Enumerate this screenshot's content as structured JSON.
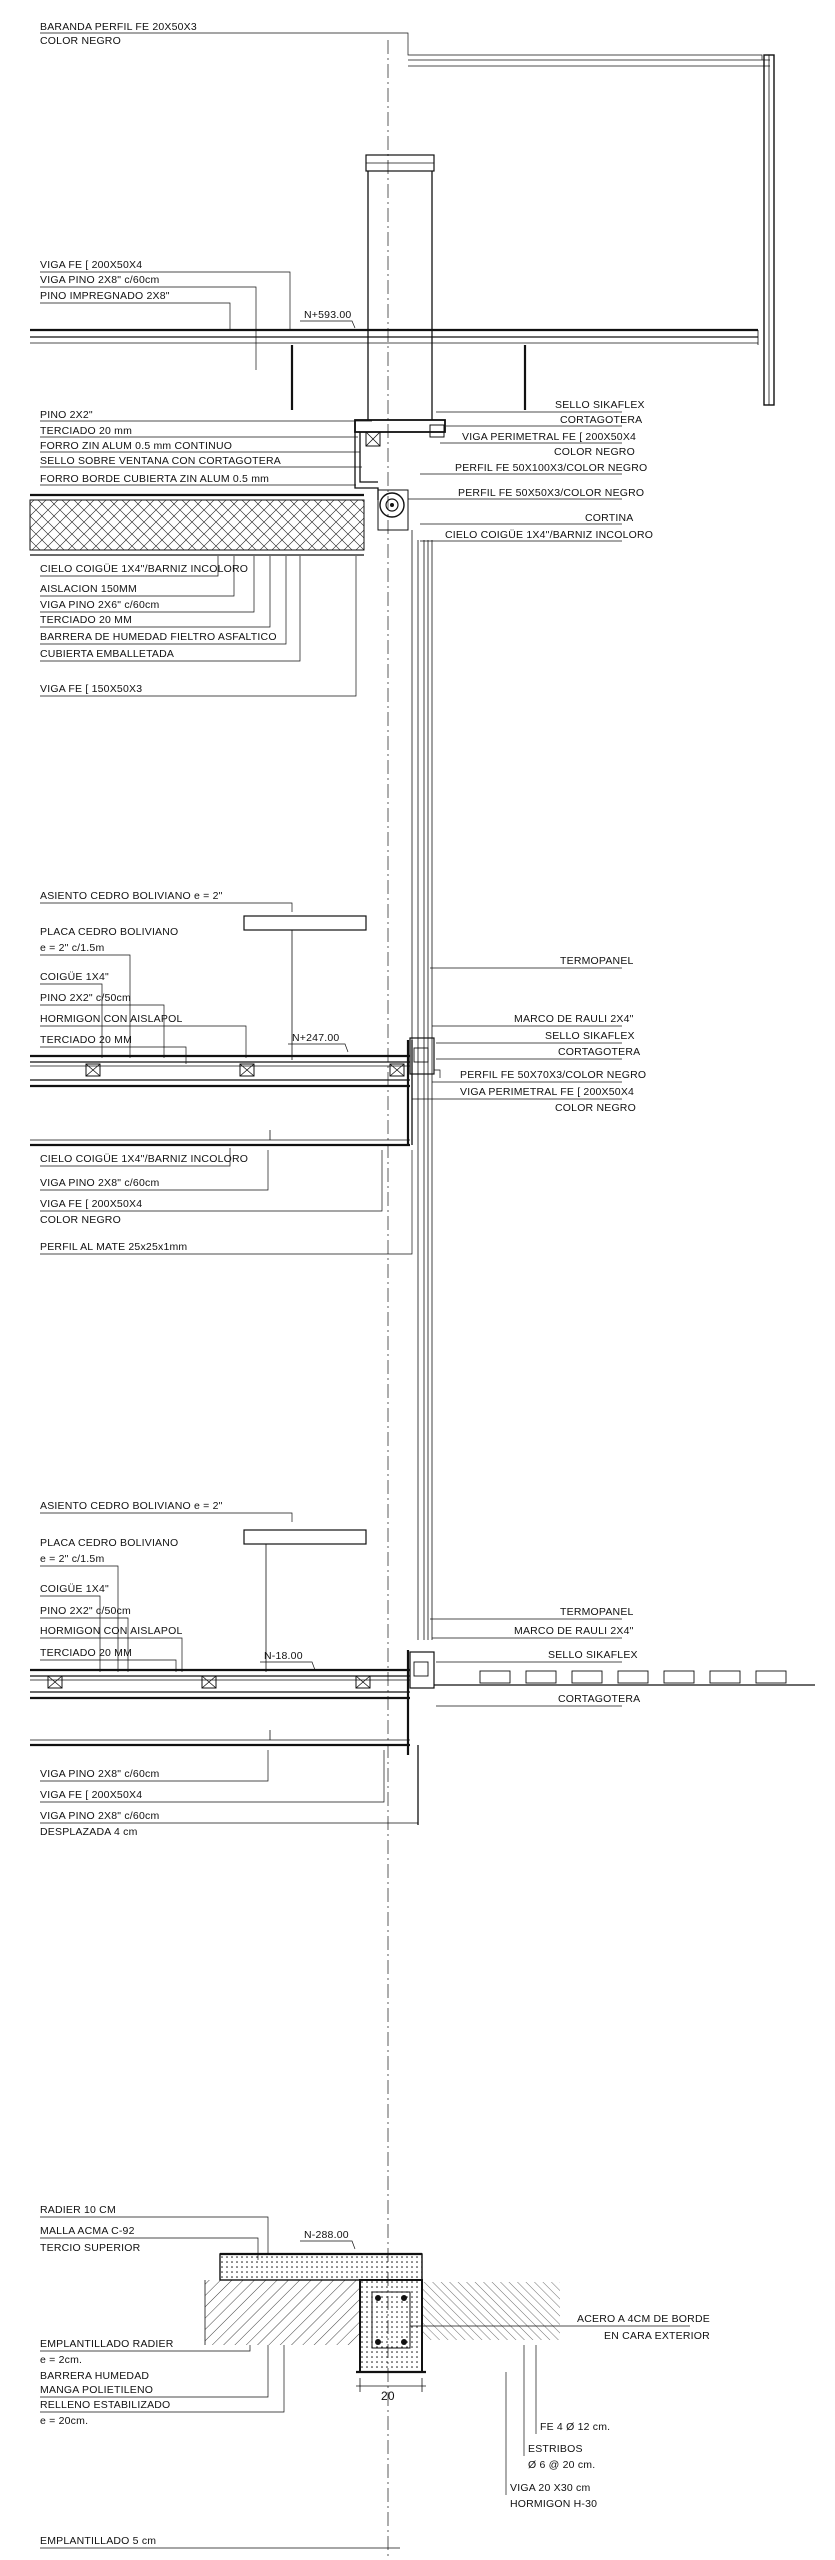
{
  "labels": {
    "barandaLine1": "BARANDA PERFIL FE 20X50X3",
    "barandaLine2": "COLOR NEGRO",
    "roofDeck": [
      "VIGA FE [ 200X50X4",
      "VIGA PINO 2X8\" c/60cm",
      "PINO IMPREGNADO 2X8\""
    ],
    "levelRoof": "N+593.00",
    "upperLeft": [
      "PINO 2X2\"",
      "TERCIADO 20 mm",
      "FORRO ZIN ALUM 0.5 mm CONTINUO",
      "SELLO SOBRE VENTANA CON CORTAGOTERA",
      "FORRO BORDE CUBIERTA ZIN ALUM 0.5 mm"
    ],
    "upperRight": [
      "SELLO SIKAFLEX",
      "CORTAGOTERA",
      "VIGA PERIMETRAL  FE [ 200X50X4",
      "COLOR NEGRO",
      "PERFIL FE 50X100X3/COLOR NEGRO",
      "PERFIL FE 50X50X3/COLOR NEGRO",
      "CORTINA",
      "CIELO COIGÜE 1X4\"/BARNIZ INCOLORO"
    ],
    "roofBelow": [
      "CIELO COIGÜE 1X4\"/BARNIZ INCOLORO",
      "AISLACION 150MM",
      "VIGA PINO 2X6\" c/60cm",
      "TERCIADO 20 MM",
      "BARRERA DE HUMEDAD FIELTRO ASFALTICO",
      "CUBIERTA EMBALLETADA"
    ],
    "roofBeam": "VIGA FE [ 150X50X3",
    "floor2Left": [
      "ASIENTO CEDRO BOLIVIANO e = 2\"",
      "PLACA CEDRO BOLIVIANO",
      "e = 2\" c/1.5m",
      "COIGÜE  1X4\"",
      "PINO 2X2\" c/50cm",
      "HORMIGON CON AISLAPOL",
      "TERCIADO 20 MM"
    ],
    "level2": "N+247.00",
    "floor2Right": [
      "TERMOPANEL",
      "MARCO DE RAULI 2X4\"",
      "SELLO SIKAFLEX",
      "CORTAGOTERA",
      "PERFIL FE 50X70X3/COLOR NEGRO",
      "VIGA PERIMETRAL  FE [ 200X50X4",
      "COLOR NEGRO"
    ],
    "floor2Below": [
      "CIELO COIGÜE 1X4\"/BARNIZ INCOLORO",
      "VIGA PINO 2X8\" c/60cm",
      "VIGA FE [ 200X50X4",
      "COLOR NEGRO",
      "PERFIL AL MATE 25x25x1mm"
    ],
    "floor1Left": [
      "ASIENTO CEDRO BOLIVIANO e = 2\"",
      "PLACA CEDRO BOLIVIANO",
      "e = 2\" c/1.5m",
      "COIGÜE  1X4\"",
      "PINO 2X2\" c/50cm",
      "HORMIGON CON AISLAPOL",
      "TERCIADO 20 MM"
    ],
    "level1": "N-18.00",
    "floor1Right": [
      "TERMOPANEL",
      "MARCO DE RAULI 2X4\"",
      "SELLO SIKAFLEX",
      "CORTAGOTERA"
    ],
    "floor1Below": [
      "VIGA PINO 2X8\" c/60cm",
      "VIGA FE [ 200X50X4",
      "VIGA PINO 2X8\" c/60cm",
      "DESPLAZADA 4 cm"
    ],
    "foundationTop": [
      "RADIER 10 CM",
      "MALLA ACMA C-92",
      "TERCIO SUPERIOR"
    ],
    "levelFoundation": "N-288.00",
    "foundationLeft": [
      "EMPLANTILLADO RADIER",
      "e = 2cm.",
      "BARRERA HUMEDAD",
      "MANGA POLIETILENO",
      "RELLENO ESTABILIZADO",
      "e = 20cm."
    ],
    "foundationRight": [
      "ACERO A 4CM DE BORDE",
      "EN CARA EXTERIOR"
    ],
    "dimension": "20",
    "rebar": [
      "FE 4 Ø 12 cm.",
      "ESTRIBOS",
      "Ø 6 @ 20 cm.",
      "VIGA 20 X30 cm",
      "HORMIGON H-30"
    ],
    "bottom": "EMPLANTILLADO 5 cm"
  }
}
